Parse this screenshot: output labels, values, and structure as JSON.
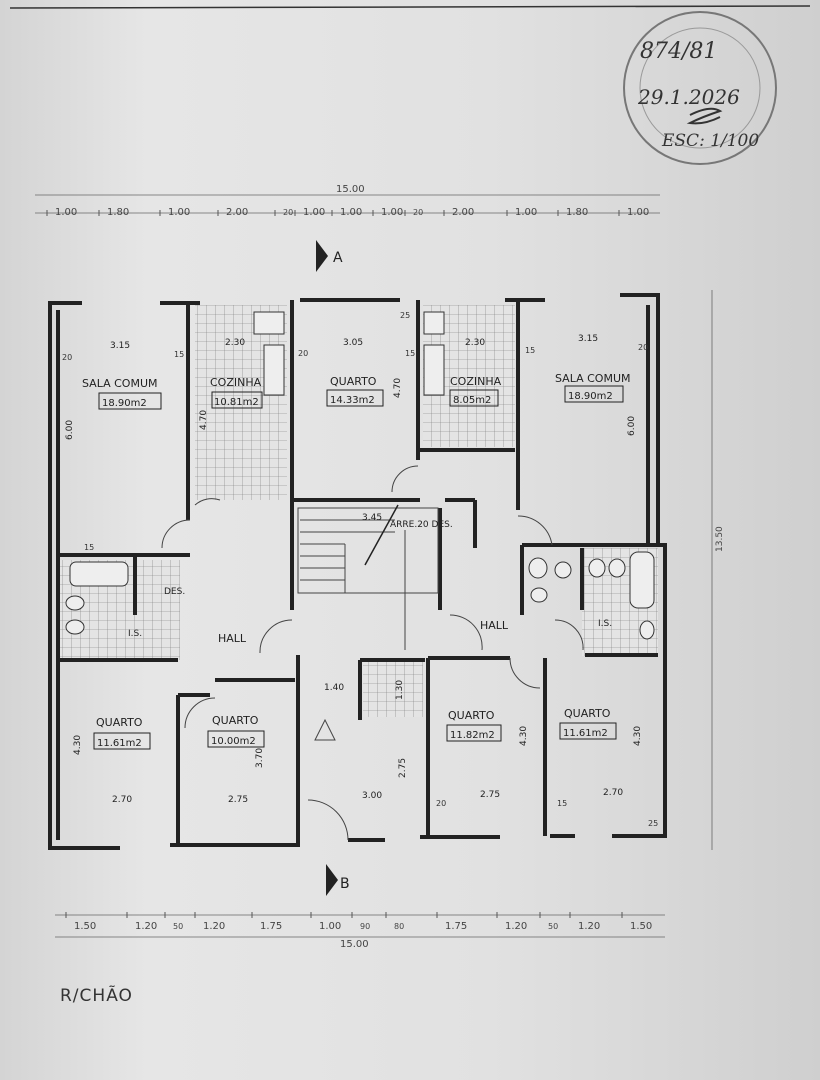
{
  "stamp": {
    "line1": "874/81",
    "line2": "29.1.2026",
    "line3": "ESC: 1/100"
  },
  "section_marks": {
    "a": "A",
    "b": "B"
  },
  "top_dims": {
    "total": "15.00",
    "segments": [
      "1.00",
      "1.80",
      "1.00",
      "2.00",
      "20",
      "1.00",
      "1.00",
      "1.00",
      "20",
      "2.00",
      "1.00",
      "1.80",
      "1.00"
    ]
  },
  "bottom_dims": {
    "total": "15.00",
    "segments": [
      "1.50",
      "1.20",
      "50",
      "1.20",
      "1.75",
      "1.00",
      "90",
      "80",
      "1.75",
      "1.20",
      "50",
      "1.20",
      "1.50"
    ]
  },
  "side_dim": "13.50",
  "rooms": {
    "sala_left": {
      "name": "SALA COMUM",
      "area": "18.90m2",
      "w": "3.15",
      "h": "6.00"
    },
    "cozinha_left": {
      "name": "COZINHA",
      "area": "10.81m2",
      "w": "2.30",
      "h": "4.70"
    },
    "quarto_center": {
      "name": "QUARTO",
      "area": "14.33m2",
      "w": "3.05",
      "h": "4.70"
    },
    "cozinha_right": {
      "name": "COZINHA",
      "area": "8.05m2",
      "w": "2.30"
    },
    "sala_right": {
      "name": "SALA COMUM",
      "area": "18.90m2",
      "w": "3.15",
      "h": "6.00"
    },
    "quarto_bl": {
      "name": "QUARTO",
      "area": "11.61m2",
      "w": "2.70",
      "h": "4.30"
    },
    "quarto_bml": {
      "name": "QUARTO",
      "area": "10.00m2",
      "w": "2.75",
      "h": "3.70"
    },
    "quarto_bmr": {
      "name": "QUARTO",
      "area": "11.82m2",
      "w": "2.75",
      "h": "4.30"
    },
    "quarto_br": {
      "name": "QUARTO",
      "area": "11.61m2",
      "w": "2.70",
      "h": "4.30"
    }
  },
  "labels": {
    "hall_left": "HALL",
    "hall_right": "HALL",
    "ls_left": "I.S.",
    "ls_right": "I.S.",
    "des": "DES.",
    "arrecadacao": "ARRE.20 DES.",
    "stair_w": "3.45",
    "lobby_w": "1.40",
    "duct": "1.30",
    "lift_h": "2.75",
    "entry_w": "3.00"
  },
  "wall_marks": [
    "20",
    "15",
    "25",
    "15",
    "20",
    "15",
    "20",
    "15",
    "20",
    "15",
    "25"
  ],
  "sheet_title": "R/CHÃO"
}
